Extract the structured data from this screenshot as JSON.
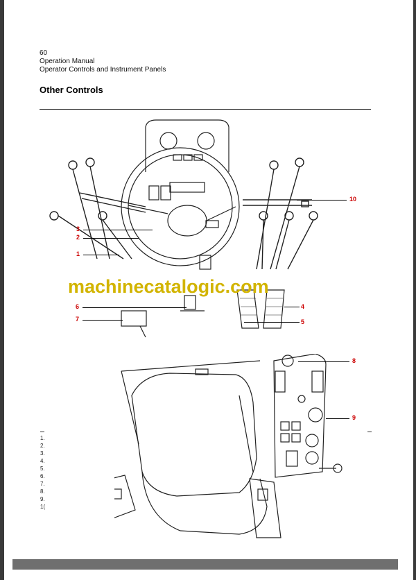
{
  "header": {
    "page_number": "60",
    "manual_title": "Operation Manual",
    "chapter_title": "Operator Controls and Instrument Panels"
  },
  "section": {
    "title": "Other Controls"
  },
  "watermark": "machinecatalogic.com",
  "callouts": {
    "c1": "1",
    "c2": "2",
    "c3": "3",
    "c4": "4",
    "c5": "5",
    "c6": "6",
    "c7": "7",
    "c8": "8",
    "c9": "9",
    "c10": "10"
  },
  "legend": [
    "1.",
    "2.",
    "3.",
    "4.",
    "5.",
    "6.",
    "7.",
    "8.",
    "9.",
    "1("
  ],
  "colors": {
    "callout": "#cc0000",
    "watermark": "#d2b400",
    "footer_bar": "#6f6f6f"
  }
}
